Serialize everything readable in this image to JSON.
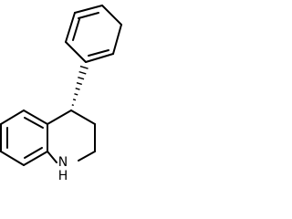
{
  "molecule": {
    "atoms": [
      {
        "id": "N1",
        "label": "N"
      },
      {
        "id": "H1",
        "label": "H"
      }
    ],
    "stereo": {
      "center": "C4",
      "type": "hashed-wedge"
    }
  }
}
